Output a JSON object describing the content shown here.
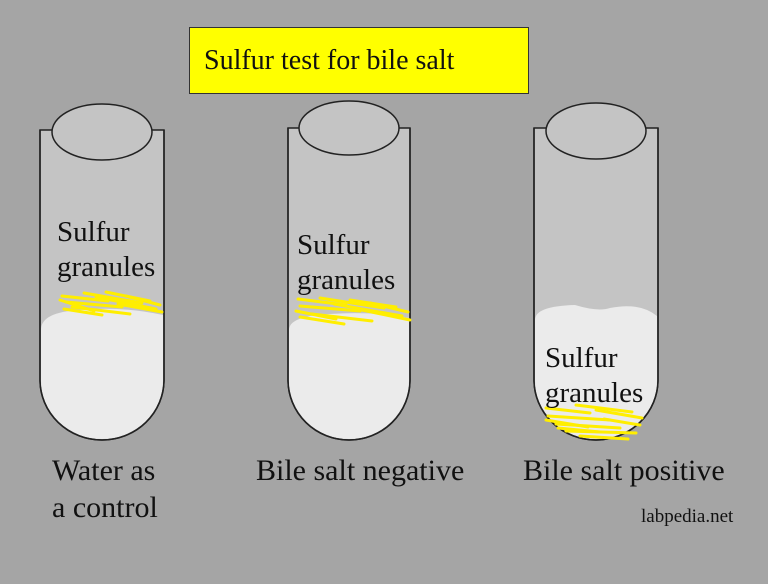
{
  "title": "Sulfur test for bile salt",
  "tubes": [
    {
      "granule_label": [
        "Sulfur",
        "granules"
      ],
      "caption": [
        "Water as",
        "a control"
      ]
    },
    {
      "granule_label": [
        "Sulfur",
        "granules"
      ],
      "caption": [
        "Bile salt negative"
      ]
    },
    {
      "granule_label": [
        "Sulfur",
        "granules"
      ],
      "caption": [
        "Bile salt positive"
      ]
    }
  ],
  "watermark": "labpedia.net",
  "colors": {
    "background": "#a5a5a5",
    "title_box": "#ffff00",
    "tube_glass": "#c4c4c4",
    "liquid": "#ebebeb",
    "sulfur": "#ffee00"
  }
}
